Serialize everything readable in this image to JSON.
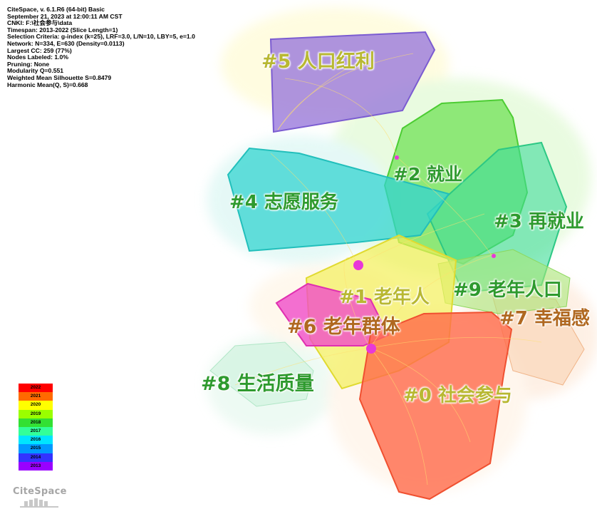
{
  "info": {
    "lines": [
      "CiteSpace, v. 6.1.R6 (64-bit) Basic",
      "September 21, 2023 at 12:00:11 AM CST",
      "CNKI: F:\\社会参与\\data",
      "Timespan: 2013-2022 (Slice Length=1)",
      "Selection Criteria: g-index (k=25), LRF=3.0, L/N=10, LBY=5, e=1.0",
      "Network: N=334, E=630 (Density=0.0113)",
      "Largest CC: 259 (77%)",
      "Nodes Labeled: 1.0%",
      "Pruning: None",
      "Modularity Q=0.551",
      "Weighted Mean Silhouette S=0.8479",
      "Harmonic Mean(Q, S)=0.668"
    ]
  },
  "clusters": [
    {
      "id": "5",
      "label": "#5 人口红利",
      "color": "#9370DB",
      "text_color": "#b8b832"
    },
    {
      "id": "2",
      "label": "#2 就业",
      "color": "#66e04c",
      "text_color": "#2e9a2e"
    },
    {
      "id": "4",
      "label": "#4 志愿服务",
      "color": "#33d4d0",
      "text_color": "#2e9a2e"
    },
    {
      "id": "3",
      "label": "#3 再就业",
      "color": "#3ddc9a",
      "text_color": "#2e9a2e"
    },
    {
      "id": "1",
      "label": "#1 老年人",
      "color": "#f4f05a",
      "text_color": "#b8b832"
    },
    {
      "id": "9",
      "label": "#9 老年人口",
      "color": "#a8e87a",
      "text_color": "#2e9a2e"
    },
    {
      "id": "7",
      "label": "#7 幸福感",
      "color": "#f8c8a0",
      "text_color": "#b06820"
    },
    {
      "id": "6",
      "label": "#6 老年群体",
      "color": "#f04cc8",
      "text_color": "#b06820"
    },
    {
      "id": "8",
      "label": "#8 生活质量",
      "color": "#c8f0d8",
      "text_color": "#2e9a2e"
    },
    {
      "id": "0",
      "label": "#0 社会参与",
      "color": "#ff6a4a",
      "text_color": "#b8b832"
    }
  ],
  "legend": {
    "years": [
      "2022",
      "2021",
      "2020",
      "2019",
      "2018",
      "2017",
      "2016",
      "2015",
      "2014",
      "2013"
    ],
    "colors": [
      "#ff0000",
      "#ff6a00",
      "#ffff00",
      "#9aff00",
      "#33e033",
      "#33ff99",
      "#00e5ff",
      "#0099ff",
      "#3333ff",
      "#9900ff"
    ]
  },
  "logo": {
    "text": "CiteSpace"
  }
}
